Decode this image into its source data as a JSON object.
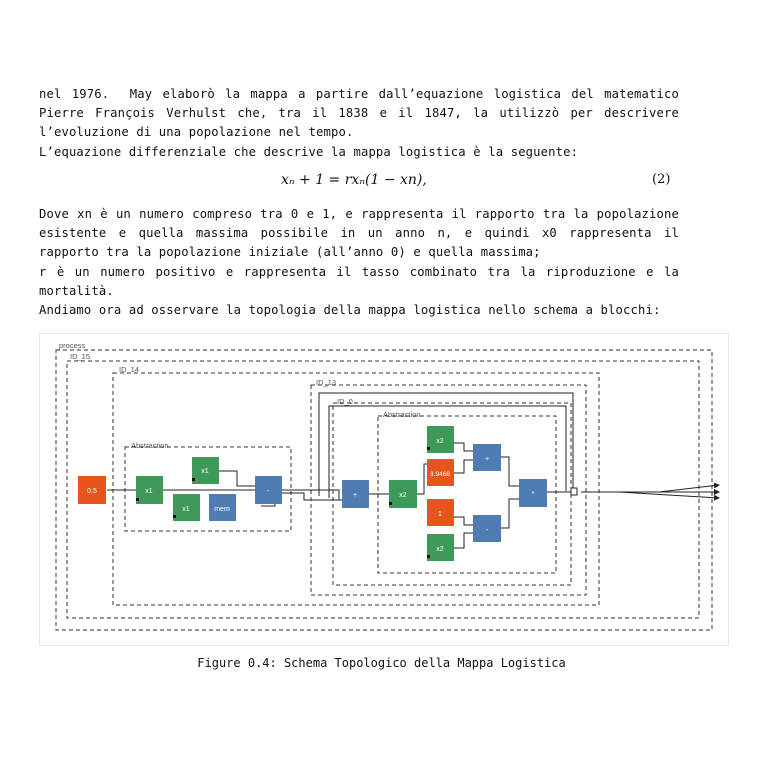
{
  "text": {
    "p1": [
      "nel 1976.  May elaborò la mappa a partire dall’equazione logistica del matematico",
      "Pierre François Verhulst che, tra il 1838 e il 1847, la utilizzò per descrivere",
      "l’evoluzione di una popolazione nel tempo."
    ],
    "p2": "L’equazione differenziale che descrive la mappa logistica è la seguente:",
    "equation": "xₙ + 1 = rxₙ(1 − xn),",
    "equation_number": "(2)",
    "p3": [
      "Dove xn è un numero compreso tra 0 e 1, e rappresenta il rapporto tra la popolazione",
      "esistente e quella massima possibile in un anno n, e quindi x0 rappresenta il",
      "rapporto tra la popolazione iniziale (all’anno 0) e quella massima;"
    ],
    "p4": [
      "r è un numero positivo e rappresenta il tasso combinato tra la riproduzione e la",
      "mortalità."
    ],
    "p5": "Andiamo ora ad osservare la topologia della mappa logistica nello schema a blocchi:",
    "caption": "Figure 0.4:  Schema Topologico della Mappa Logistica"
  },
  "diagram": {
    "groups": {
      "process": "process",
      "id15": "ID_15",
      "id14": "ID_14",
      "abstraction1": "Abstraction",
      "id13": "ID_13",
      "id0": "ID_0",
      "abstraction2": "Abstraction"
    },
    "blocks": {
      "const_05": "0.5",
      "x1_a": "x1",
      "x1_b": "x1",
      "x1_c": "x1",
      "mem": "mem",
      "minus_a": "-",
      "plus_a": "+",
      "x2_a": "x2",
      "x2_b": "x2",
      "const_39": "3.9468",
      "plus_b": "+",
      "const_1": "1",
      "minus_b": "-",
      "x2_c": "x2",
      "times": "*"
    },
    "colors": {
      "orange": "#e8541e",
      "green": "#3f9a5a",
      "blue": "#4f7cb3",
      "dash": "#333333"
    }
  }
}
